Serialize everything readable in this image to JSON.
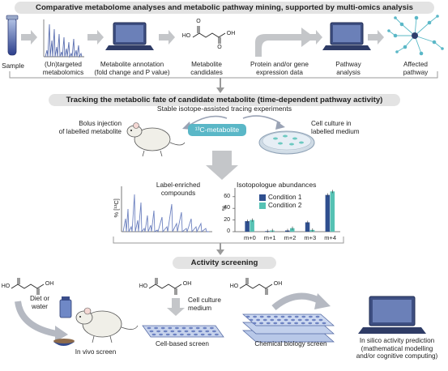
{
  "sections": {
    "top_title": "Comparative metabolome analyses and metabolic pathway mining, supported by multi-omics analysis",
    "middle_title": "Tracking the metabolic fate of candidate metabolite (time-dependent pathway activity)",
    "middle_subtitle": "Stable isotope-assisted tracing experiments",
    "bottom_title": "Activity screening"
  },
  "pipeline": {
    "sample": "Sample",
    "metabolomics": [
      "(Un)targeted",
      "metabolomics"
    ],
    "annotation": [
      "Metabolite annotation",
      "(fold change and P value)"
    ],
    "candidates": [
      "Metabolite",
      "candidates"
    ],
    "expression": [
      "Protein and/or gene",
      "expression data"
    ],
    "pathway_analysis": [
      "Pathway",
      "analysis"
    ],
    "affected": [
      "Affected",
      "pathway"
    ]
  },
  "tracing": {
    "bolus": [
      "Bolus injection",
      "of labelled metabolite"
    ],
    "metabolite_pill": "¹³C-metabolite",
    "culture": [
      "Cell culture in",
      "labelled medium"
    ],
    "enriched": [
      "Label-enriched",
      "compounds"
    ],
    "yaxis_left": "% [¹³C]"
  },
  "chart_data": {
    "type": "bar",
    "title": "Isotopologue abundances",
    "ylabel": "%",
    "ylim": [
      0,
      75
    ],
    "yticks": [
      0,
      20,
      40,
      60
    ],
    "categories": [
      "m+0",
      "m+1",
      "m+2",
      "m+3",
      "m+4"
    ],
    "series": [
      {
        "name": "Condition 1",
        "color": "#2f4f8f",
        "values": [
          18,
          1,
          2,
          16,
          63
        ]
      },
      {
        "name": "Condition 2",
        "color": "#56c2b4",
        "values": [
          20,
          2,
          6,
          3,
          69
        ]
      }
    ]
  },
  "screening": {
    "diet": [
      "Diet or",
      "water"
    ],
    "in_vivo": "In vivo screen",
    "culture_medium": [
      "Cell culture",
      "medium"
    ],
    "cell_based": "Cell-based screen",
    "chemical": "Chemical biology screen",
    "in_silico": [
      "In silico activity prediction",
      "(mathematical modelling",
      "and/or cognitive computing)"
    ]
  },
  "chem": {
    "ho": "HO",
    "oh": "OH",
    "o": "O"
  },
  "colors": {
    "banner": "#e3e3e3",
    "arrow": "#b9bcc0",
    "teal": "#5ab7c7",
    "navy": "#2f3f6e",
    "laptop": "#3a4a7a"
  }
}
